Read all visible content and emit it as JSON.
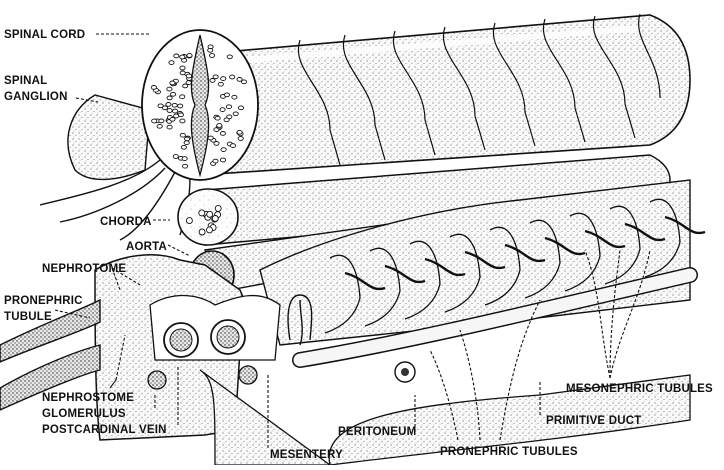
{
  "diagram": {
    "labels": {
      "spinal_cord": "SPINAL CORD",
      "spinal_ganglion_1": "SPINAL",
      "spinal_ganglion_2": "GANGLION",
      "chorda": "CHORDA",
      "aorta": "AORTA",
      "nephrotome": "NEPHROTOME",
      "pronephric_tubule_1": "PRONEPHRIC",
      "pronephric_tubule_2": "TUBULE",
      "nephrostome": "NEPHROSTOME",
      "glomerulus": "GLOMERULUS",
      "postcardinal_vein": "POSTCARDINAL VEIN",
      "mesentery": "MESENTERY",
      "peritoneum": "PERITONEUM",
      "pronephric_tubules": "PRONEPHRIC TUBULES",
      "primitive_duct": "PRIMITIVE DUCT",
      "mesonephric_tubules": "MESONEPHRIC TUBULES"
    }
  }
}
